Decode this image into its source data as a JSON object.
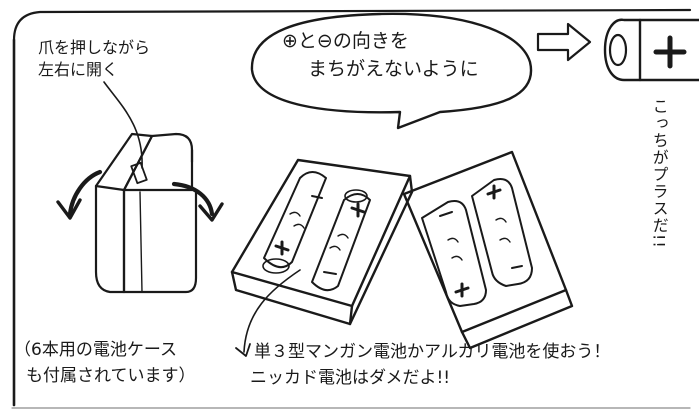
{
  "annotations": {
    "claw_line1": "爪を押しながら",
    "claw_line2": "左右に開く",
    "bubble_line1": "⊕と⊖の向きを",
    "bubble_line2": "まちがえないように",
    "plus_side": "こっちがプラスだ!!",
    "case_line1": "（6本用の電池ケース",
    "case_line2": "も付属されています）",
    "battery_line1": "単３型マンガン電池かアルカリ電池を使おう！",
    "battery_line2": "ニッカド電池はダメだよ!!"
  },
  "symbols": {
    "plus": "+",
    "minus": "−"
  },
  "colors": {
    "ink": "#1a1a1a",
    "paper": "#ffffff"
  }
}
